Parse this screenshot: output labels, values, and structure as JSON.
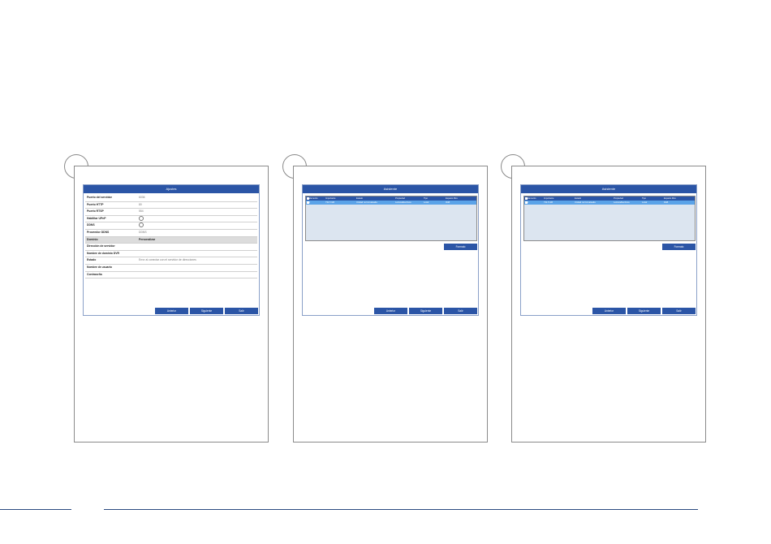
{
  "panels": [
    {
      "title": "Ajustes",
      "fields": [
        {
          "label": "Puerto del servidor",
          "value": "6036"
        },
        {
          "label": "Puerto HTTP",
          "value": "80"
        },
        {
          "label": "Puerto RTSP",
          "value": "554"
        },
        {
          "label": "Habilitar UPnP",
          "value": ""
        },
        {
          "label": "DDNS",
          "value": ""
        },
        {
          "label": "Proveedor DDNS",
          "value": "DDNS"
        },
        {
          "label": "Dominio",
          "value": "Personalizar"
        },
        {
          "label": "Dirección de servidor",
          "value": ""
        },
        {
          "label": "Nombre de dominio DVR",
          "value": ""
        },
        {
          "label": "Estado",
          "value": "Error al conectar con el servidor de direcciones"
        },
        {
          "label": "Nombre de usuario",
          "value": ""
        },
        {
          "label": "Contraseña",
          "value": ""
        }
      ],
      "buttons": [
        "Anterior",
        "Siguiente",
        "Salir"
      ]
    },
    {
      "title": "Asistente",
      "columns": [
        "Elemento",
        "Importante",
        "Estado",
        "Propiedad",
        "Tipo",
        "Espacio libre"
      ],
      "rows": [
        [
          "1",
          "731.5 GB",
          "Unidad no formateada",
          "Lectura/Escritura",
          "Local",
          "0GB"
        ]
      ],
      "format_button": "Formato",
      "buttons": [
        "Anterior",
        "Siguiente",
        "Salir"
      ]
    },
    {
      "title": "Asistente",
      "columns": [
        "Elemento",
        "Importante",
        "Estado",
        "Propiedad",
        "Tipo",
        "Espacio libre"
      ],
      "rows": [
        [
          "1",
          "731.5 GB",
          "Unidad no formateada",
          "Lectura/Escritura",
          "Local",
          "0GB"
        ]
      ],
      "format_button": "Formato",
      "buttons": [
        "Anterior",
        "Siguiente",
        "Salir"
      ]
    }
  ]
}
